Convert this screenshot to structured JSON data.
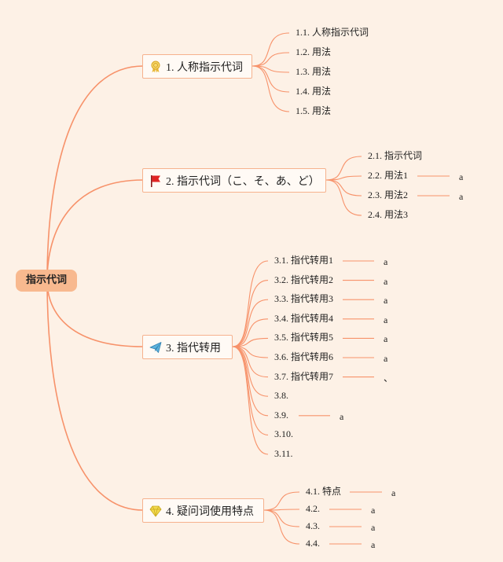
{
  "root": {
    "label": "指示代词"
  },
  "colors": {
    "line": "#f7926a",
    "root_fill": "#f8b98f",
    "node_border": "#f6b28e"
  },
  "branches": [
    {
      "label": "1. 人称指示代词",
      "icon": "award-ribbon-icon",
      "children": [
        {
          "label": "1.1. 人称指示代词"
        },
        {
          "label": "1.2. 用法"
        },
        {
          "label": "1.3. 用法"
        },
        {
          "label": "1.4. 用法"
        },
        {
          "label": "1.5. 用法"
        }
      ]
    },
    {
      "label": "2. 指示代词（こ、そ、あ、ど）",
      "icon": "red-flag-icon",
      "children": [
        {
          "label": "2.1. 指示代词"
        },
        {
          "label": "2.2. 用法1",
          "note": "a"
        },
        {
          "label": "2.3. 用法2",
          "note": "a"
        },
        {
          "label": "2.4. 用法3"
        }
      ]
    },
    {
      "label": "3. 指代转用",
      "icon": "paper-plane-icon",
      "children": [
        {
          "label": "3.1. 指代转用1",
          "note": "a"
        },
        {
          "label": "3.2. 指代转用2",
          "note": "a"
        },
        {
          "label": "3.3. 指代转用3",
          "note": "a"
        },
        {
          "label": "3.4. 指代转用4",
          "note": "a"
        },
        {
          "label": "3.5. 指代转用5",
          "note": "a"
        },
        {
          "label": "3.6. 指代转用6",
          "note": "a"
        },
        {
          "label": "3.7. 指代转用7",
          "note": "、"
        },
        {
          "label": "3.8."
        },
        {
          "label": "3.9.",
          "note": "a"
        },
        {
          "label": "3.10."
        },
        {
          "label": "3.11."
        }
      ]
    },
    {
      "label": "4. 疑问词使用特点",
      "icon": "diamond-icon",
      "children": [
        {
          "label": "4.1. 特点",
          "note": "a"
        },
        {
          "label": "4.2.",
          "note": "a"
        },
        {
          "label": "4.3.",
          "note": "a"
        },
        {
          "label": "4.4.",
          "note": "a"
        }
      ]
    }
  ]
}
